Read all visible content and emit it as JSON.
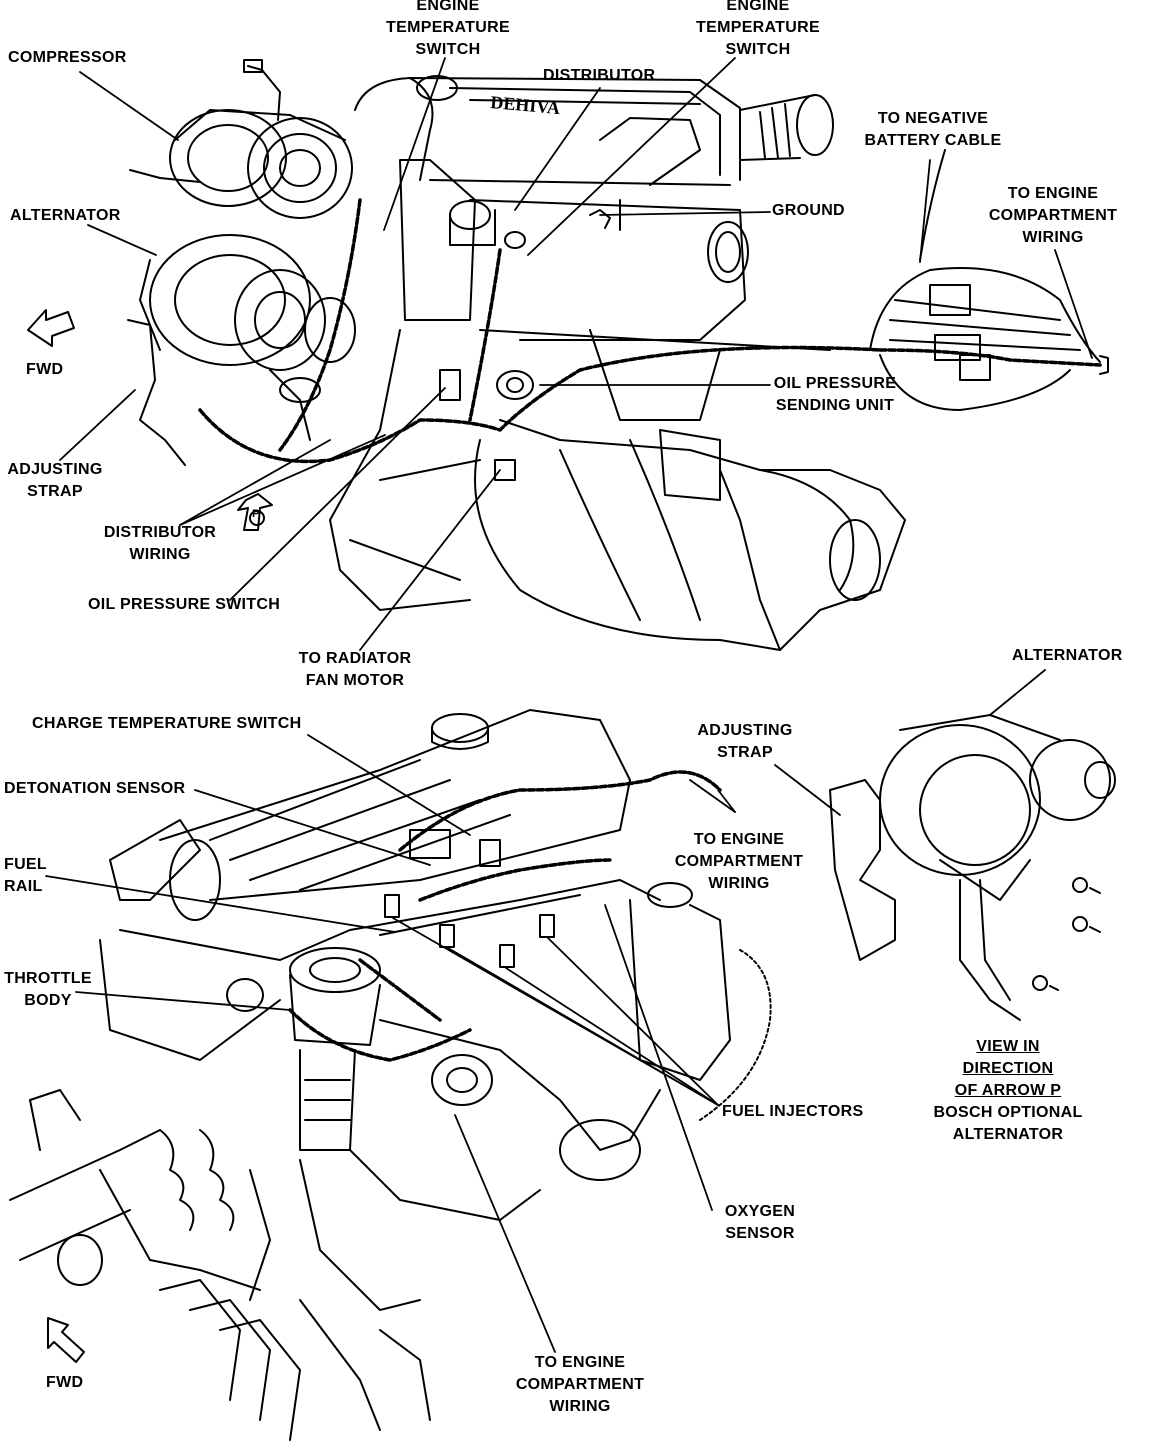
{
  "upper_view": {
    "engine_temperature_switch_left": [
      "ENGINE",
      "TEMPERATURE",
      "SWITCH"
    ],
    "engine_temperature_switch_right": [
      "ENGINE",
      "TEMPERATURE",
      "SWITCH"
    ],
    "compressor": "COMPRESSOR",
    "distributor": "DISTRIBUTOR",
    "to_negative_battery_cable": [
      "TO NEGATIVE",
      "BATTERY CABLE"
    ],
    "ground": "GROUND",
    "to_engine_compartment_wiring": [
      "TO ENGINE",
      "COMPARTMENT",
      "WIRING"
    ],
    "alternator": "ALTERNATOR",
    "fwd": "FWD",
    "oil_pressure_sending_unit": [
      "OIL PRESSURE",
      "SENDING UNIT"
    ],
    "adjusting_strap": [
      "ADJUSTING",
      "STRAP"
    ],
    "distributor_wiring": [
      "DISTRIBUTOR",
      "WIRING"
    ],
    "arrow_p": "P",
    "oil_pressure_switch": "OIL PRESSURE SWITCH",
    "to_radiator_fan_motor": [
      "TO RADIATOR",
      "FAN MOTOR"
    ]
  },
  "lower_view": {
    "charge_temperature_switch": "CHARGE TEMPERATURE SWITCH",
    "detonation_sensor": "DETONATION SENSOR",
    "fuel_rail": [
      "FUEL",
      "RAIL"
    ],
    "throttle_body": [
      "THROTTLE",
      "BODY"
    ],
    "to_engine_compartment_wiring_right": [
      "TO ENGINE",
      "COMPARTMENT",
      "WIRING"
    ],
    "fuel_injectors": "FUEL INJECTORS",
    "oxygen_sensor": [
      "OXYGEN",
      "SENSOR"
    ],
    "to_engine_compartment_wiring_bottom": [
      "TO ENGINE",
      "COMPARTMENT",
      "WIRING"
    ],
    "fwd": "FWD"
  },
  "inset_view": {
    "alternator": "ALTERNATOR",
    "adjusting_strap": [
      "ADJUSTING",
      "STRAP"
    ],
    "caption": [
      "VIEW IN",
      "DIRECTION",
      "OF ARROW P",
      "BOSCH OPTIONAL",
      "ALTERNATOR"
    ]
  },
  "upper_view_brand": "DEHIVA",
  "colors": {
    "ink": "#000000",
    "paper": "#ffffff"
  }
}
